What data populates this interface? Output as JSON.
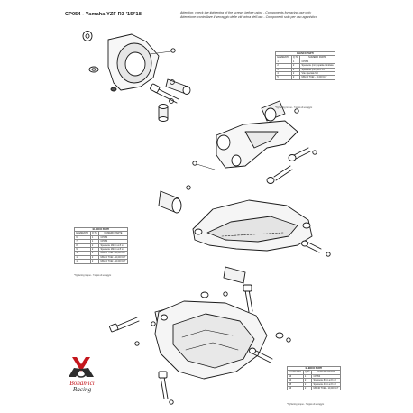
{
  "header": {
    "title": "CP054 - Yamaha YZF R3 '15/'18",
    "attention_en": "Attention: check the tightening of the screws before using - Components for racing use only",
    "attention_it": "Attenzione: controllare il serraggio delle viti prima dell'uso - Componenti solo per uso agonistico"
  },
  "tables": [
    {
      "caption": "ELENCO PARTI",
      "headers": [
        "ELEMENTO",
        "Q.TÀ",
        "NUMERO PARTE"
      ],
      "rows": [
        [
          "1",
          "1",
          "CP054"
        ],
        [
          "2",
          "2",
          "Spessore (mm) spalla cilindrata"
        ],
        [
          "3",
          "2",
          "Spessore (mm) ø 8 x 8"
        ],
        [
          "4",
          "2",
          "Vite speciale M6"
        ],
        [
          "5",
          "2",
          "M6x40 TCEI - 10,00 Nm*"
        ]
      ],
      "note": "*Tightening torque - *coppia di serraggio"
    },
    {
      "caption": "ELENCO PARTI",
      "headers": [
        "ELEMENTO",
        "Q.TÀ",
        "NUMERO PARTE"
      ],
      "rows": [
        [
          "6",
          "1",
          "CP054"
        ],
        [
          "7",
          "1",
          "CP054"
        ],
        [
          "8",
          "2",
          "Spessore 18mm ø 8 x 8"
        ],
        [
          "9",
          "2",
          "Spessore 18mm ø 8 x 8"
        ],
        [
          "10",
          "2",
          "M6x40 TCEI - 10,00 Nm*"
        ],
        [
          "11",
          "2",
          "M6x40 TCEI - 10,00 Nm*"
        ],
        [
          "12",
          "2",
          "M6x40 TCEI - 10,00 Nm*"
        ]
      ],
      "note": "*Tightening torque - *coppia di serraggio"
    },
    {
      "caption": "ELENCO PARTI",
      "headers": [
        "ELEMENTO",
        "Q.TÀ",
        "NUMERO PARTE"
      ],
      "rows": [
        [
          "13",
          "1",
          "CP054"
        ],
        [
          "14",
          "2",
          "Spessore 8mm ø 8 x 8"
        ],
        [
          "15",
          "2",
          "Spessore 4mm ø 8 x 8"
        ],
        [
          "16",
          "2",
          "M6x40 TCEI - 10,00 Nm*"
        ]
      ],
      "note": "*Tightening torque - *coppia di serraggio"
    }
  ],
  "logo": {
    "line1": "Bonamici",
    "line2": "Racing"
  }
}
